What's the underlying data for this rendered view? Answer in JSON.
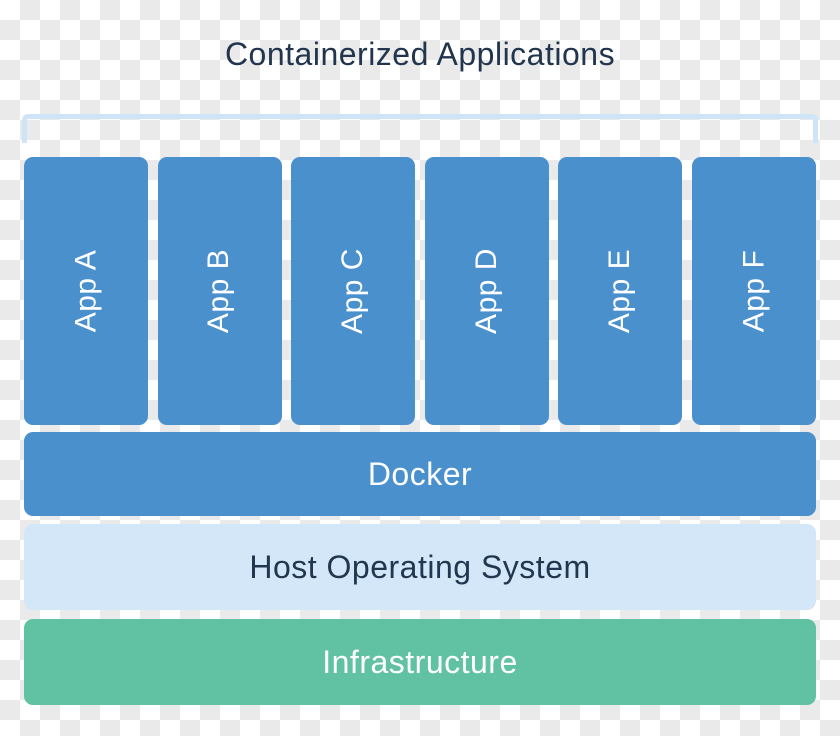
{
  "title": "Containerized Applications",
  "apps": [
    "App A",
    "App B",
    "App C",
    "App D",
    "App E",
    "App F"
  ],
  "layers": {
    "docker": {
      "label": "Docker"
    },
    "host_os": {
      "label": "Host Operating System"
    },
    "infrastructure": {
      "label": "Infrastructure"
    }
  },
  "colors": {
    "app_blue": "#4a90cd",
    "host_light_blue": "#d3e7f8",
    "infra_green": "#60c2a2",
    "title_navy": "#22354e",
    "bracket_border": "#cfe5f7",
    "checker_gray": "#eaeaea",
    "checker_white": "#ffffff"
  }
}
